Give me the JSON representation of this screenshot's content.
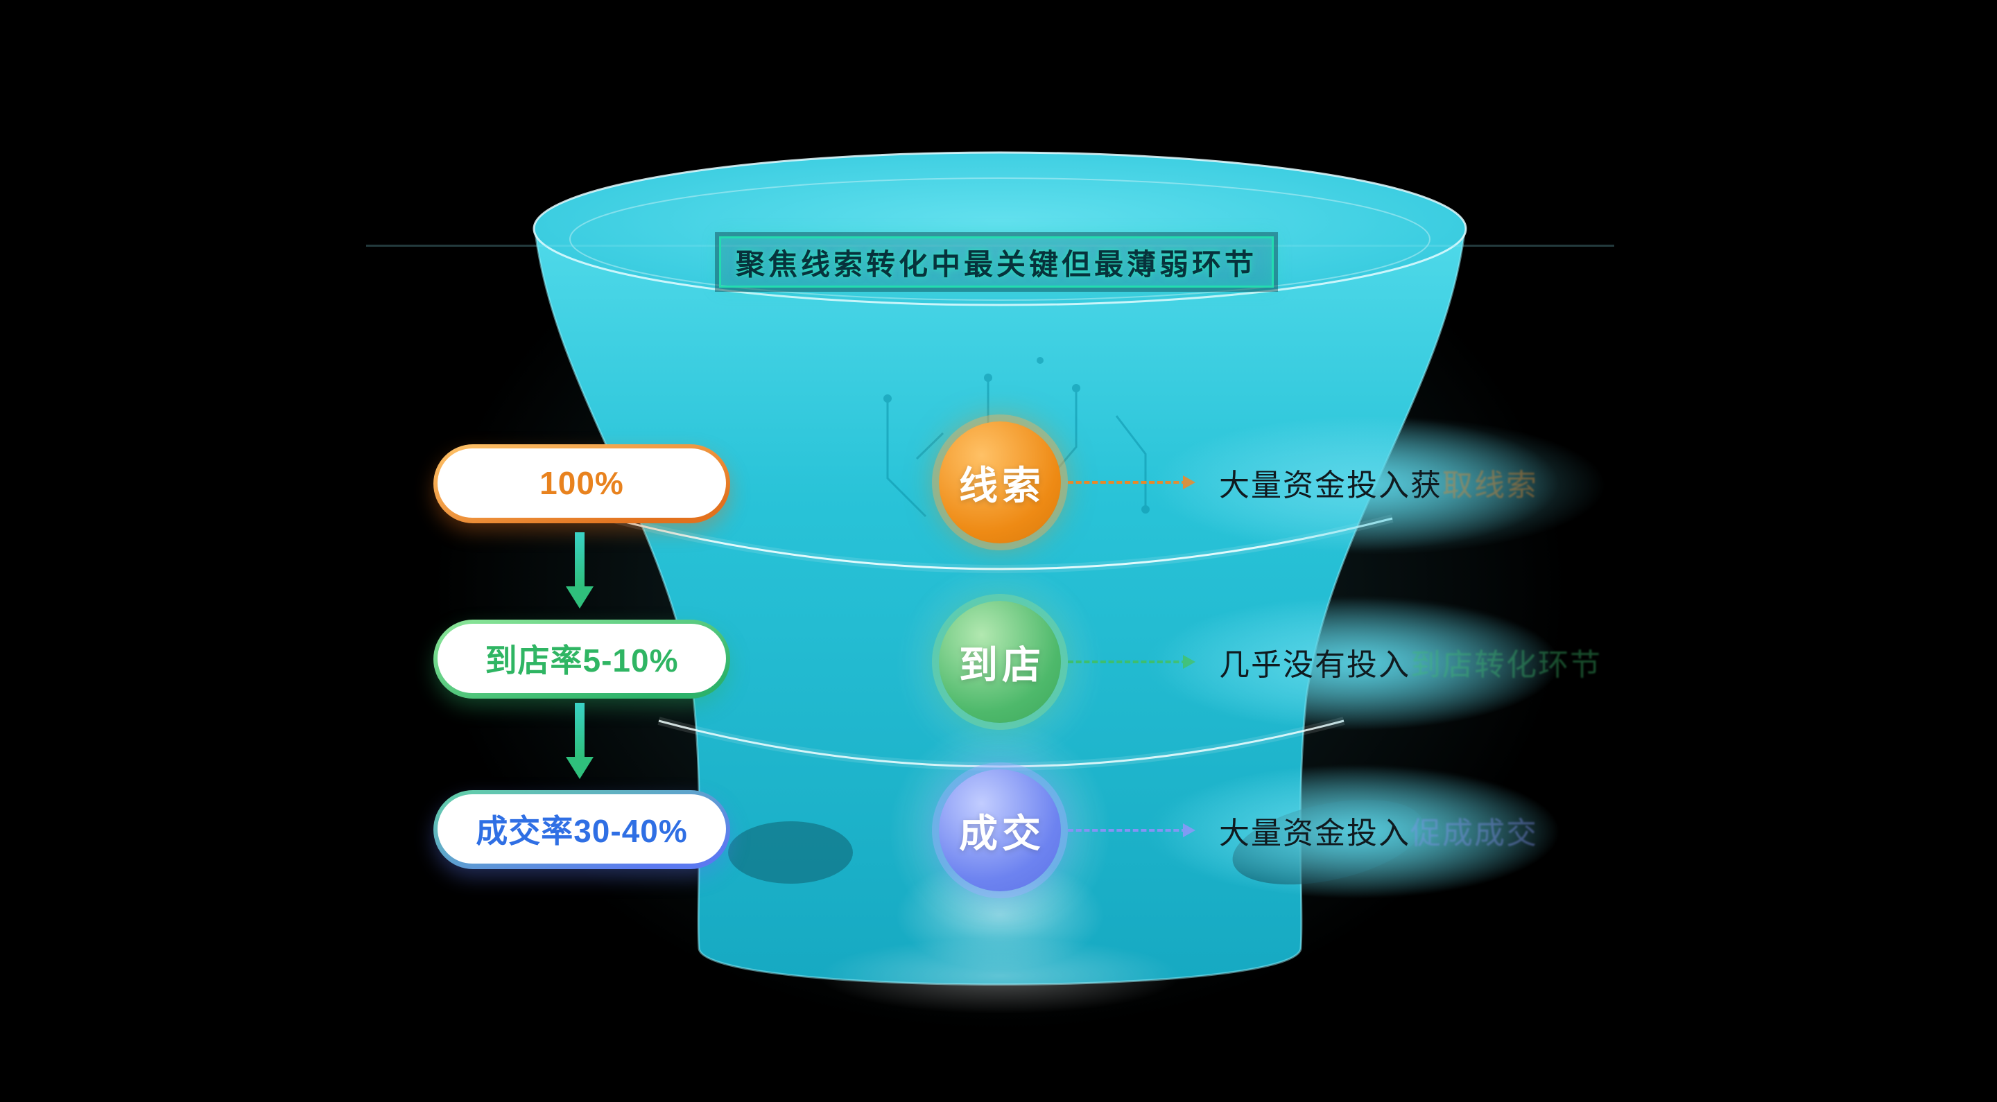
{
  "title": {
    "text": "聚焦线索转化中最关键但最薄弱环节"
  },
  "stages": [
    {
      "pill_label": "100%",
      "badge_label": "线索",
      "note_main": "大量资金投入获",
      "note_tail": "取线索"
    },
    {
      "pill_label": "到店率5-10%",
      "badge_label": "到店",
      "note_main": "几乎没有投入",
      "note_tail": "到店转化环节"
    },
    {
      "pill_label": "成交率30-40%",
      "badge_label": "成交",
      "note_main": "大量资金投入",
      "note_tail": "促成成交"
    }
  ],
  "colors": {
    "pill_orange": "#e8821e",
    "pill_green": "#2fb563",
    "pill_blue": "#2f6fe4",
    "accent_orange": "#e8882a",
    "accent_green": "#3dbf6e",
    "accent_blue": "#8593f5",
    "title_border": "#23dcb0",
    "title_text": "#07323c",
    "note_text": "#101a1f",
    "funnel_light": "#4fd9e9",
    "funnel_mid": "#29c3d8",
    "funnel_deep": "#16a9c2"
  }
}
